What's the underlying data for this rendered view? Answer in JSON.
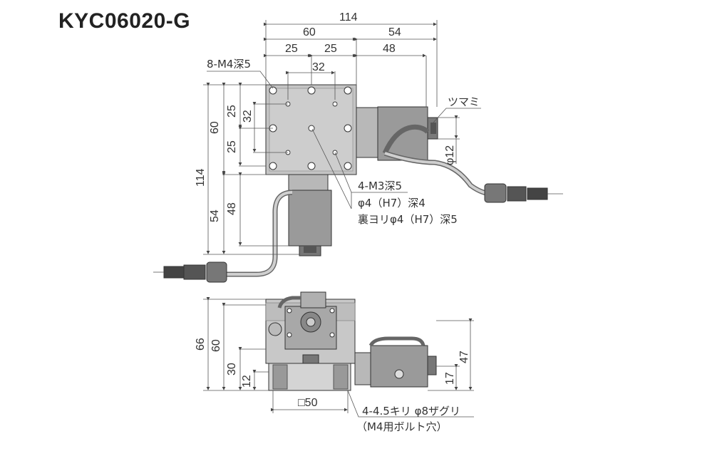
{
  "title": "KYC06020-G",
  "dimensions": {
    "d114_top": "114",
    "d60_top": "60",
    "d54_top": "54",
    "d25a": "25",
    "d25b": "25",
    "d48_top": "48",
    "d32_top": "32",
    "d60_left": "60",
    "d114_left": "114",
    "d25_l1": "25",
    "d32_left": "32",
    "d25_l2": "25",
    "d54_left": "54",
    "d48_left": "48",
    "d66_side": "66",
    "d60_side": "60",
    "d30_side": "30",
    "d12_side": "12",
    "d47_side": "47",
    "d17_side": "17",
    "d12_phi": "φ12",
    "sq50": "□50"
  },
  "annotations": {
    "tap_holes": "8-M4深5",
    "knob": "ツマミ",
    "m3_holes": "4-M3深5",
    "pin_hole": "φ4（H7）深4",
    "back_pin_hole": "裏ヨリφ4（H7）深5",
    "mount_holes": "4-4.5キリ φ8ザグリ",
    "bolt_note": "（M4用ボルト穴）"
  }
}
